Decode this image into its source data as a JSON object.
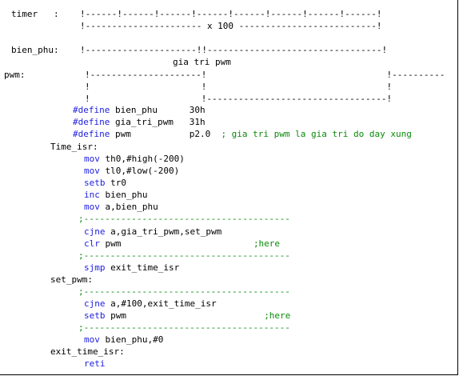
{
  "diagram": {
    "timer_label": "timer   :",
    "timer_pulses": "!------!------!------!------!------!------!------!------!",
    "timer_span": "!---------------------- x 100 --------------------------!",
    "bien_phu_label": "bien_phu:",
    "bien_phu_line": "!---------------------!!---------------------------------!",
    "gia_tri_label": "gia tri pwm",
    "pwm_label": "pwm:",
    "pwm_line1": "!---------------------!                                  !----------",
    "pwm_line2": "!                     !                                  !",
    "pwm_line3": "!                     !----------------------------------!"
  },
  "code": {
    "define1_kw": "#define",
    "define1_rest": " bien_phu      30h",
    "define2_kw": "#define",
    "define2_rest": " gia_tri_pwm   31h",
    "define3_kw": "#define",
    "define3_rest": " pwm           p2.0  ",
    "define3_comment": "; gia tri pwm la gia tri do day xung",
    "label_time_isr": "Time_isr:",
    "l1_kw": "mov",
    "l1_rest": " th0,#high(-200)",
    "l2_kw": "mov",
    "l2_rest": " tl0,#low(-200)",
    "l3_kw": "setb",
    "l3_rest": " tr0",
    "l4_kw": "inc",
    "l4_rest": " bien_phu",
    "l5_kw": "mov",
    "l5_rest": " a,bien_phu",
    "separator": ";---------------------------------------",
    "l6_kw": "cjne",
    "l6_rest": " a,gia_tri_pwm,set_pwm",
    "l7_kw": "clr",
    "l7_rest": " pwm                         ",
    "l7_comment": ";here",
    "l8_kw": "sjmp",
    "l8_rest": " exit_time_isr",
    "label_set_pwm": "set_pwm:",
    "l9_kw": "cjne",
    "l9_rest": " a,#100,exit_time_isr",
    "l10_kw": "setb",
    "l10_rest": " pwm                          ",
    "l10_comment": ";here",
    "l11_kw": "mov",
    "l11_rest": " bien_phu,#0",
    "label_exit": "exit_time_isr:",
    "l12_kw": "reti"
  }
}
